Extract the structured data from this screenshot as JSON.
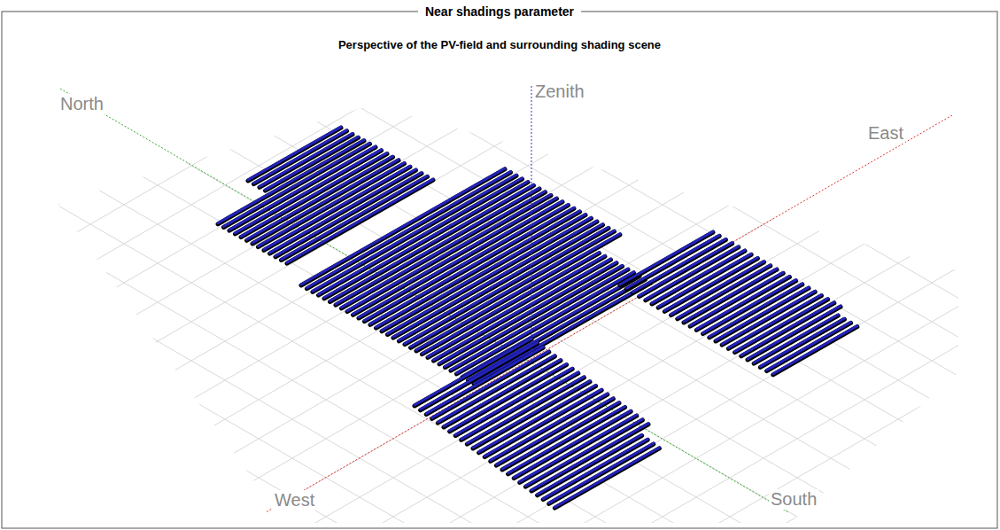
{
  "diagram": {
    "title": "Near shadings parameter",
    "labels": [
      "Perspective of the PV-field and surrounding shading scene",
      "North",
      "Zenith",
      "East",
      "West",
      "South"
    ]
  }
}
